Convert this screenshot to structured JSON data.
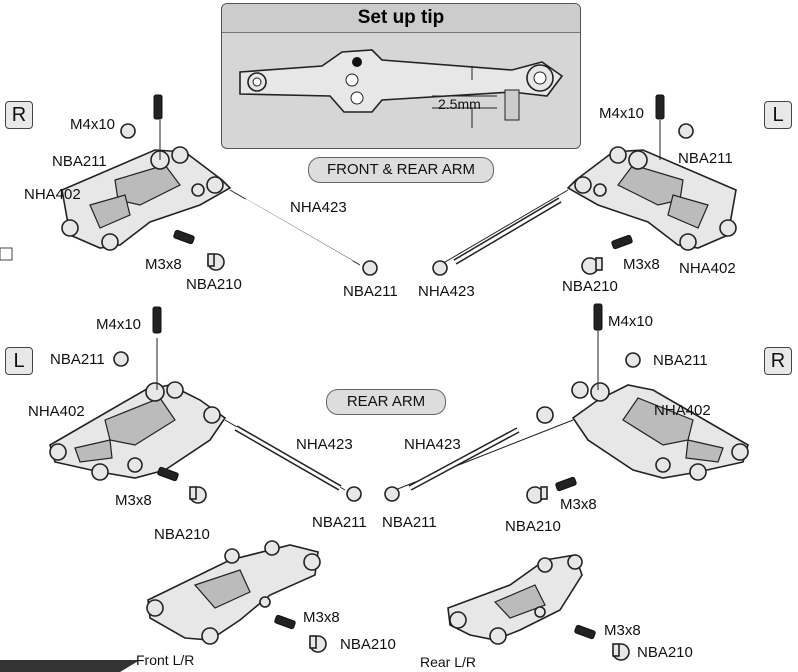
{
  "tip": {
    "title": "Set up tip",
    "measure": "2.5mm"
  },
  "sections": {
    "front_rear": "FRONT & REAR ARM",
    "rear": "REAR ARM"
  },
  "sides": {
    "top_left": "R",
    "top_right": "L",
    "mid_left": "L",
    "mid_right": "R"
  },
  "labels": {
    "tl_m4x10": "M4x10",
    "tl_nba211_a": "NBA211",
    "tl_nha402": "NHA402",
    "tl_nha423": "NHA423",
    "tl_m3x8": "M3x8",
    "tl_nba210": "NBA210",
    "tl_nba211_b": "NBA211",
    "tr_m4x10": "M4x10",
    "tr_nba211_a": "NBA211",
    "tr_nha423": "NHA423",
    "tr_m3x8": "M3x8",
    "tr_nha402": "NHA402",
    "tr_nba210": "NBA210",
    "ml_m4x10": "M4x10",
    "ml_nba211_a": "NBA211",
    "ml_nha402": "NHA402",
    "ml_nha423": "NHA423",
    "ml_m3x8": "M3x8",
    "ml_nba210": "NBA210",
    "ml_nba211_b": "NBA211",
    "mr_m4x10": "M4x10",
    "mr_nba211_a": "NBA211",
    "mr_nha402": "NHA402",
    "mr_nha423": "NHA423",
    "mr_m3x8": "M3x8",
    "mr_nba210": "NBA210",
    "mr_nba211_b": "NBA211",
    "bl_m3x8": "M3x8",
    "bl_nba210": "NBA210",
    "bl_caption": "Front L/R",
    "br_m3x8": "M3x8",
    "br_nba210": "NBA210",
    "br_caption": "Rear L/R"
  }
}
